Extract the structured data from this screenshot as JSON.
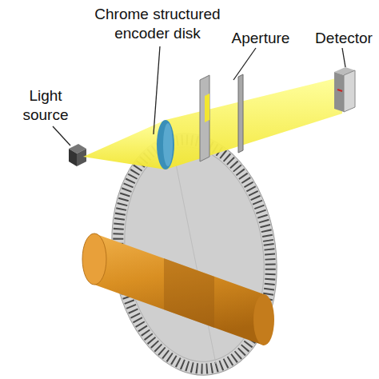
{
  "diagram": {
    "labels": [
      "Chrome structured encoder disk",
      "Aperture",
      "Detector",
      "Light source"
    ]
  }
}
